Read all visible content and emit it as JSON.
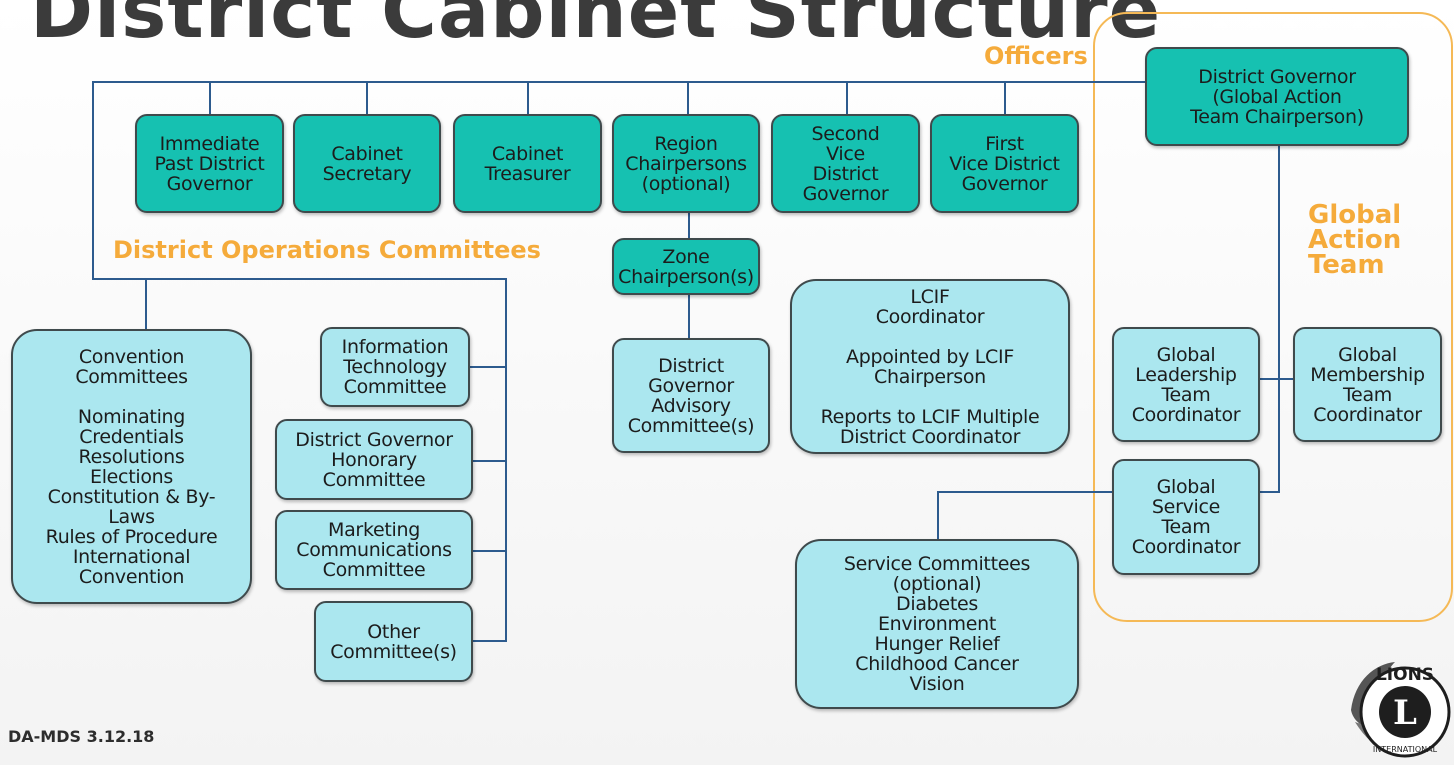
{
  "title": "District Cabinet Structure",
  "labels": {
    "officers": "Officers",
    "district_operations": "District Operations Committees",
    "global_action_team": "Global\nAction\nTeam"
  },
  "officers": [
    "Immediate\nPast District\nGovernor",
    "Cabinet\nSecretary",
    "Cabinet\nTreasurer",
    "Region\nChairpersons\n(optional)",
    "Second\nVice\nDistrict\nGovernor",
    "First\nVice District\nGovernor"
  ],
  "district_governor": "District Governor\n(Global Action\nTeam Chairperson)",
  "zone_chairperson": "Zone\nChairperson(s)",
  "dg_advisory": "District\nGovernor\nAdvisory\nCommittee(s)",
  "lcif": "LCIF\nCoordinator\n\nAppointed by LCIF\nChairperson\n\nReports to LCIF Multiple\nDistrict Coordinator",
  "convention": "Convention\nCommittees\n\nNominating\nCredentials\nResolutions\nElections\nConstitution & By-\nLaws\nRules of Procedure\nInternational\nConvention",
  "ops_committees": [
    "Information\nTechnology\nCommittee",
    "District Governor\nHonorary\nCommittee",
    "Marketing\nCommunications\nCommittee",
    "Other\nCommittee(s)"
  ],
  "global_team": {
    "leadership": "Global\nLeadership\nTeam\nCoordinator",
    "membership": "Global\nMembership\nTeam\nCoordinator",
    "service": "Global\nService\nTeam\nCoordinator"
  },
  "service_committees": "Service Committees\n(optional)\nDiabetes\nEnvironment\nHunger Relief\nChildhood Cancer\nVision",
  "footer": "DA-MDS 3.12.18",
  "logo": {
    "top_text": "LIONS",
    "center_letter": "L",
    "bottom_text": "INTERNATIONAL"
  },
  "colors": {
    "officer_box": "#16c1b1",
    "committee_box": "#abe7ef",
    "accent_label": "#f5ab3b",
    "connector": "#2d5b8e"
  }
}
